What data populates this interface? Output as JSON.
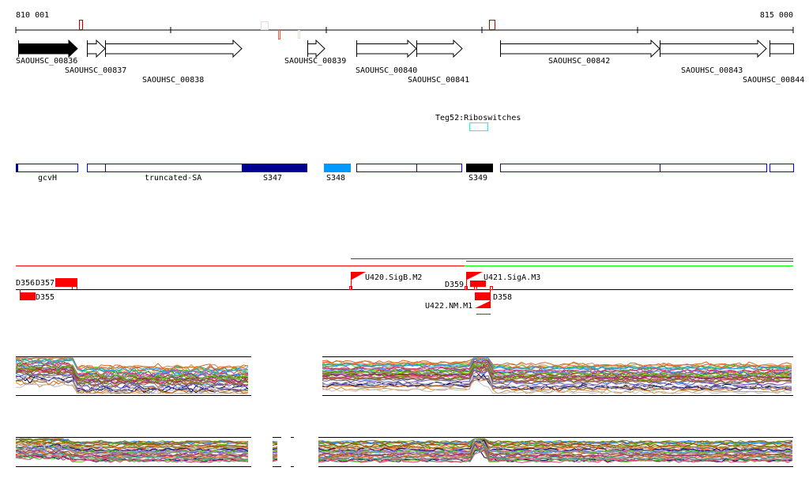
{
  "ruler": {
    "start_label": "810 001",
    "end_label": "815 000"
  },
  "genes": [
    {
      "id": "SAOUHSC_00836",
      "filled": true
    },
    {
      "id": "SAOUHSC_00837",
      "filled": false
    },
    {
      "id": "SAOUHSC_00838",
      "filled": false
    },
    {
      "id": "SAOUHSC_00839",
      "filled": false
    },
    {
      "id": "SAOUHSC_00840",
      "filled": false
    },
    {
      "id": "SAOUHSC_00841",
      "filled": false
    },
    {
      "id": "SAOUHSC_00842",
      "filled": false
    },
    {
      "id": "SAOUHSC_00843",
      "filled": false
    },
    {
      "id": "SAOUHSC_00844",
      "filled": false
    }
  ],
  "riboswitch": {
    "label": "Teg52:Riboswitches",
    "color": "#00ffff"
  },
  "annotations": [
    {
      "label": "gcvH"
    },
    {
      "label": "truncated-SA"
    },
    {
      "label": "S347",
      "color": "#000090"
    },
    {
      "label": "S348",
      "color": "#0099ff"
    },
    {
      "label": "S349",
      "color": "#000000"
    }
  ],
  "features": {
    "d356": "D356",
    "d357": "D357",
    "d355": "D355",
    "u420": "U420.SigB.M2",
    "u421": "U421.SigA.M3",
    "d359": "D359",
    "d358": "D358",
    "u422": "U422.NM.M1"
  },
  "colors": {
    "feature": "#ff0000",
    "gene_outline": "#000000",
    "annotation_outline": "#0000ff",
    "green_track": "#00ff00"
  }
}
